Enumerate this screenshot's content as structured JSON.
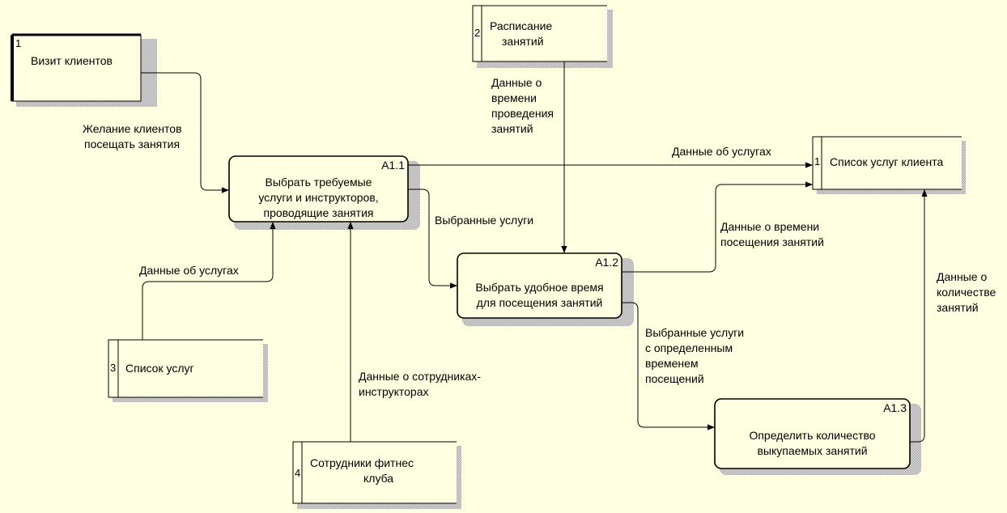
{
  "colors": {
    "background": "#FFFFE1",
    "stroke": "#000000",
    "shadow": "#8A8A8A"
  },
  "external": {
    "visit": {
      "num": "1",
      "label": "Визит клиентов"
    }
  },
  "stores": {
    "schedule": {
      "num": "2",
      "label_1": "Расписание",
      "label_2": "занятий"
    },
    "client_services": {
      "num": "1",
      "label": "Список услуг клиента"
    },
    "services": {
      "num": "3",
      "label": "Список услуг"
    },
    "staff": {
      "num": "4",
      "label_1": "Сотрудники фитнес",
      "label_2": "клуба"
    }
  },
  "processes": {
    "p1": {
      "code": "A1.1",
      "line_1": "Выбрать требуемые",
      "line_2": "услуги и инструкторов,",
      "line_3": "проводящие занятия"
    },
    "p2": {
      "code": "A1.2",
      "line_1": "Выбрать удобное время",
      "line_2": "для посещения занятий"
    },
    "p3": {
      "code": "A1.3",
      "line_1": "Определить количество",
      "line_2": "выкупаемых занятий"
    }
  },
  "flows": {
    "wish": {
      "line_1": "Желание клиентов",
      "line_2": "посещать занятия"
    },
    "schedule_time": {
      "line_1": "Данные о",
      "line_2": "времени",
      "line_3": "проведения",
      "line_4": "занятий"
    },
    "services_top": {
      "line_1": "Данные об услугах"
    },
    "chosen": {
      "line_1": "Выбранные услуги"
    },
    "visit_time": {
      "line_1": "Данные о времени",
      "line_2": "посещения занятий"
    },
    "services_left": {
      "line_1": "Данные об услугах"
    },
    "instructors": {
      "line_1": "Данные о сотрудниках-",
      "line_2": "инструкторах"
    },
    "chosen_time": {
      "line_1": "Выбранные услуги",
      "line_2": "с определенным",
      "line_3": "временем",
      "line_4": "посещений"
    },
    "quantity": {
      "line_1": "Данные о",
      "line_2": "количестве",
      "line_3": "занятий"
    }
  }
}
